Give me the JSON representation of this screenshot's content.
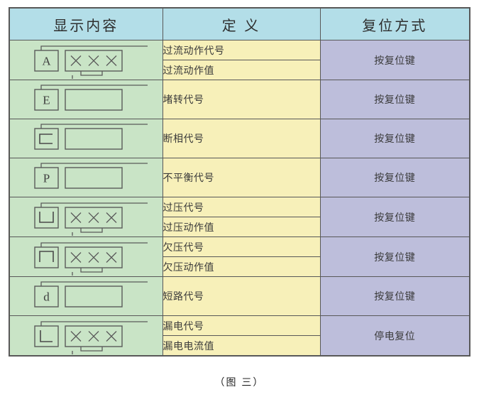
{
  "caption": "（图 三）",
  "colors": {
    "header_bg": "#b3dee8",
    "display_bg": "#c9e4c6",
    "definition_bg": "#f7f0b9",
    "reset_bg": "#bdbedb",
    "border": "#585858",
    "text": "#3a3a3a"
  },
  "table": {
    "headers": [
      {
        "label": "显示内容",
        "name": "display-content"
      },
      {
        "label": "定 义",
        "name": "definition"
      },
      {
        "label": "复位方式",
        "name": "reset-method"
      }
    ],
    "rows": [
      {
        "code": "A",
        "code_glyph": "letter",
        "has_value_box": true,
        "definitions": [
          "过流动作代号",
          "过流动作值"
        ],
        "reset": "按复位键"
      },
      {
        "code": "E",
        "code_glyph": "letter",
        "has_value_box": false,
        "definitions": [
          "堵转代号"
        ],
        "reset": "按复位键"
      },
      {
        "code": "C",
        "code_glyph": "bracket-left",
        "has_value_box": false,
        "definitions": [
          "断相代号"
        ],
        "reset": "按复位键"
      },
      {
        "code": "P",
        "code_glyph": "letter",
        "has_value_box": false,
        "definitions": [
          "不平衡代号"
        ],
        "reset": "按复位键"
      },
      {
        "code": "U",
        "code_glyph": "u-open-top",
        "has_value_box": true,
        "definitions": [
          "过压代号",
          "过压动作值"
        ],
        "reset": "按复位键"
      },
      {
        "code": "∩",
        "code_glyph": "u-open-bottom",
        "has_value_box": true,
        "definitions": [
          "欠压代号",
          "欠压动作值"
        ],
        "reset": "按复位键"
      },
      {
        "code": "d",
        "code_glyph": "letter",
        "has_value_box": false,
        "definitions": [
          "短路代号"
        ],
        "reset": "按复位键"
      },
      {
        "code": "L",
        "code_glyph": "l-shape",
        "has_value_box": true,
        "definitions": [
          "漏电代号",
          "漏电电流值"
        ],
        "reset": "停电复位"
      }
    ],
    "value_marks": "× × ×"
  }
}
